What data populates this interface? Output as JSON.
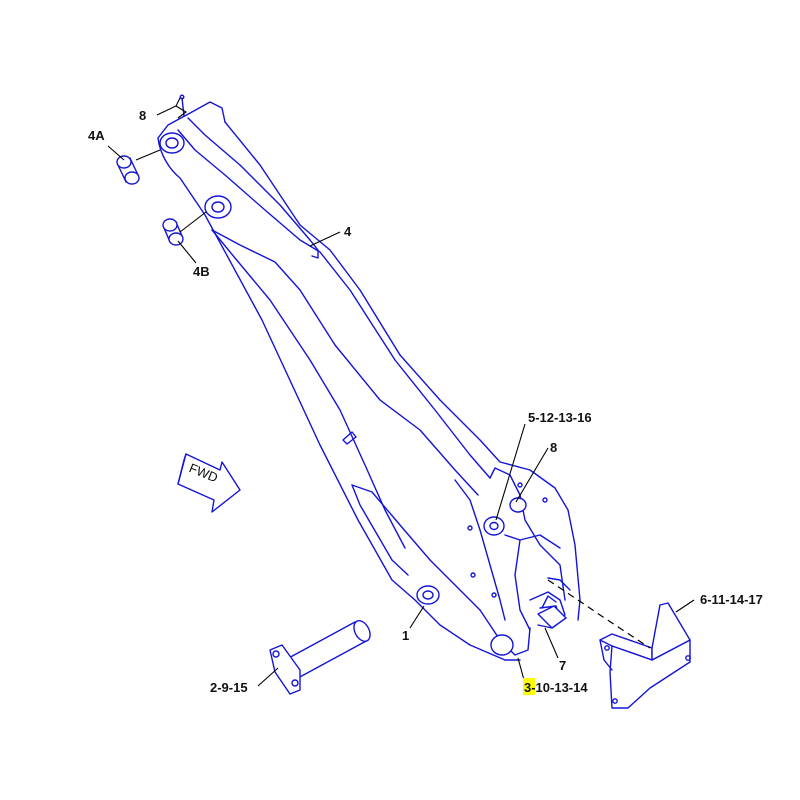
{
  "callouts": {
    "c_8_top": "8",
    "c_4a": "4A",
    "c_4b": "4B",
    "c_4": "4",
    "c_5_12_13_16": "5-12-13-16",
    "c_8_mid": "8",
    "c_6_11_14_17": "6-11-14-17",
    "c_1": "1",
    "c_7": "7",
    "c_2_9_15": "2-9-15",
    "c_3_10_13_14": "3-10-13-14"
  },
  "fwd_label": "FWD",
  "colors": {
    "line": "#1414d8",
    "highlight": "#ffff00"
  }
}
